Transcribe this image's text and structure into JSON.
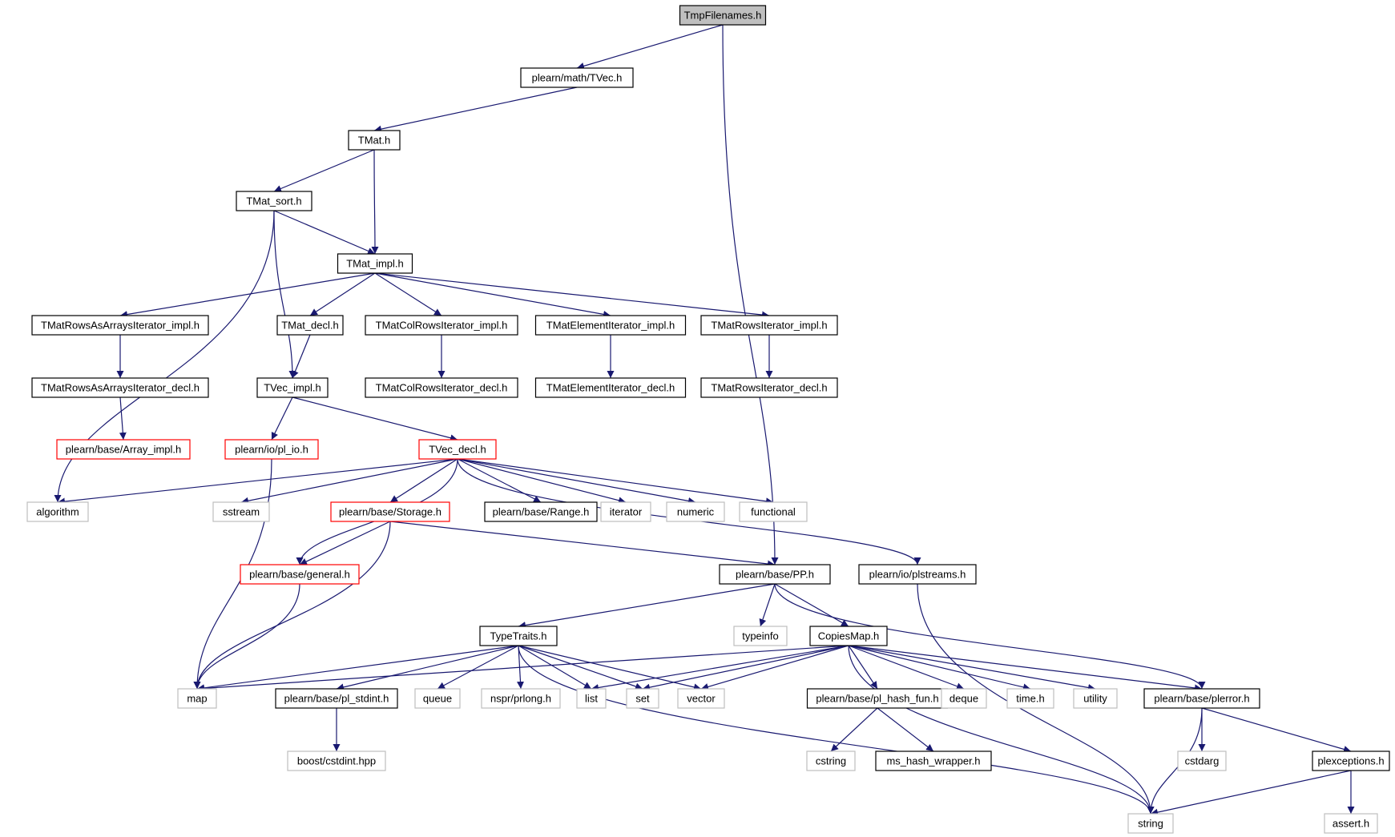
{
  "diagram": {
    "nodes": [
      {
        "id": "root",
        "label": "TmpFilenames.h",
        "style": "root"
      },
      {
        "id": "tvec",
        "label": "plearn/math/TVec.h",
        "style": "normal"
      },
      {
        "id": "tmat",
        "label": "TMat.h",
        "style": "normal"
      },
      {
        "id": "tmatsort",
        "label": "TMat_sort.h",
        "style": "normal"
      },
      {
        "id": "tmatimpl",
        "label": "TMat_impl.h",
        "style": "normal"
      },
      {
        "id": "rowsarrimpl",
        "label": "TMatRowsAsArraysIterator_impl.h",
        "style": "normal"
      },
      {
        "id": "tmatdecl",
        "label": "TMat_decl.h",
        "style": "normal"
      },
      {
        "id": "colrowsimpl",
        "label": "TMatColRowsIterator_impl.h",
        "style": "normal"
      },
      {
        "id": "elemimpl",
        "label": "TMatElementIterator_impl.h",
        "style": "normal"
      },
      {
        "id": "rowsimpl",
        "label": "TMatRowsIterator_impl.h",
        "style": "normal"
      },
      {
        "id": "rowsarrdecl",
        "label": "TMatRowsAsArraysIterator_decl.h",
        "style": "normal"
      },
      {
        "id": "tvecimpl",
        "label": "TVec_impl.h",
        "style": "normal"
      },
      {
        "id": "colrowsdecl",
        "label": "TMatColRowsIterator_decl.h",
        "style": "normal"
      },
      {
        "id": "elemdecl",
        "label": "TMatElementIterator_decl.h",
        "style": "normal"
      },
      {
        "id": "rowsdecl",
        "label": "TMatRowsIterator_decl.h",
        "style": "normal"
      },
      {
        "id": "arrayimpl",
        "label": "plearn/base/Array_impl.h",
        "style": "red"
      },
      {
        "id": "plio",
        "label": "plearn/io/pl_io.h",
        "style": "red"
      },
      {
        "id": "tvecdecl",
        "label": "TVec_decl.h",
        "style": "red"
      },
      {
        "id": "algorithm",
        "label": "algorithm",
        "style": "gray"
      },
      {
        "id": "sstream",
        "label": "sstream",
        "style": "gray"
      },
      {
        "id": "storage",
        "label": "plearn/base/Storage.h",
        "style": "red"
      },
      {
        "id": "range",
        "label": "plearn/base/Range.h",
        "style": "normal"
      },
      {
        "id": "iterator",
        "label": "iterator",
        "style": "gray"
      },
      {
        "id": "numeric",
        "label": "numeric",
        "style": "gray"
      },
      {
        "id": "functional",
        "label": "functional",
        "style": "gray"
      },
      {
        "id": "general",
        "label": "plearn/base/general.h",
        "style": "red"
      },
      {
        "id": "pp",
        "label": "plearn/base/PP.h",
        "style": "normal"
      },
      {
        "id": "plstreams",
        "label": "plearn/io/plstreams.h",
        "style": "normal"
      },
      {
        "id": "typetraits",
        "label": "TypeTraits.h",
        "style": "normal"
      },
      {
        "id": "typeinfo",
        "label": "typeinfo",
        "style": "gray"
      },
      {
        "id": "copiesmap",
        "label": "CopiesMap.h",
        "style": "normal"
      },
      {
        "id": "map",
        "label": "map",
        "style": "gray"
      },
      {
        "id": "plstdint",
        "label": "plearn/base/pl_stdint.h",
        "style": "normal"
      },
      {
        "id": "queue",
        "label": "queue",
        "style": "gray"
      },
      {
        "id": "prlong",
        "label": "nspr/prlong.h",
        "style": "gray"
      },
      {
        "id": "list",
        "label": "list",
        "style": "gray"
      },
      {
        "id": "set",
        "label": "set",
        "style": "gray"
      },
      {
        "id": "vector",
        "label": "vector",
        "style": "gray"
      },
      {
        "id": "plhashfun",
        "label": "plearn/base/pl_hash_fun.h",
        "style": "normal"
      },
      {
        "id": "deque",
        "label": "deque",
        "style": "gray"
      },
      {
        "id": "timeh",
        "label": "time.h",
        "style": "gray"
      },
      {
        "id": "utility",
        "label": "utility",
        "style": "gray"
      },
      {
        "id": "plerror",
        "label": "plearn/base/plerror.h",
        "style": "normal"
      },
      {
        "id": "cstdint",
        "label": "boost/cstdint.hpp",
        "style": "gray"
      },
      {
        "id": "cstring",
        "label": "cstring",
        "style": "gray"
      },
      {
        "id": "mshash",
        "label": "ms_hash_wrapper.h",
        "style": "normal"
      },
      {
        "id": "cstdarg",
        "label": "cstdarg",
        "style": "gray"
      },
      {
        "id": "plexceptions",
        "label": "plexceptions.h",
        "style": "normal"
      },
      {
        "id": "string",
        "label": "string",
        "style": "gray"
      },
      {
        "id": "asserth",
        "label": "assert.h",
        "style": "gray"
      }
    ],
    "edges": [
      [
        "root",
        "tvec"
      ],
      [
        "root",
        "pp"
      ],
      [
        "tvec",
        "tmat"
      ],
      [
        "tmat",
        "tmatsort"
      ],
      [
        "tmat",
        "tmatimpl"
      ],
      [
        "tmatsort",
        "tmatimpl"
      ],
      [
        "tmatsort",
        "tvecimpl"
      ],
      [
        "tmatsort",
        "algorithm"
      ],
      [
        "tmatimpl",
        "rowsarrimpl"
      ],
      [
        "tmatimpl",
        "tmatdecl"
      ],
      [
        "tmatimpl",
        "colrowsimpl"
      ],
      [
        "tmatimpl",
        "elemimpl"
      ],
      [
        "tmatimpl",
        "rowsimpl"
      ],
      [
        "rowsarrimpl",
        "rowsarrdecl"
      ],
      [
        "tmatdecl",
        "tvecimpl"
      ],
      [
        "colrowsimpl",
        "colrowsdecl"
      ],
      [
        "elemimpl",
        "elemdecl"
      ],
      [
        "rowsimpl",
        "rowsdecl"
      ],
      [
        "rowsarrdecl",
        "arrayimpl"
      ],
      [
        "tvecimpl",
        "plio"
      ],
      [
        "tvecimpl",
        "tvecdecl"
      ],
      [
        "plio",
        "map"
      ],
      [
        "tvecdecl",
        "algorithm"
      ],
      [
        "tvecdecl",
        "sstream"
      ],
      [
        "tvecdecl",
        "storage"
      ],
      [
        "tvecdecl",
        "range"
      ],
      [
        "tvecdecl",
        "iterator"
      ],
      [
        "tvecdecl",
        "numeric"
      ],
      [
        "tvecdecl",
        "functional"
      ],
      [
        "tvecdecl",
        "general"
      ],
      [
        "tvecdecl",
        "plstreams"
      ],
      [
        "storage",
        "general"
      ],
      [
        "storage",
        "pp"
      ],
      [
        "storage",
        "map"
      ],
      [
        "general",
        "map"
      ],
      [
        "pp",
        "typetraits"
      ],
      [
        "pp",
        "typeinfo"
      ],
      [
        "pp",
        "copiesmap"
      ],
      [
        "pp",
        "plerror"
      ],
      [
        "plstreams",
        "string"
      ],
      [
        "typetraits",
        "map"
      ],
      [
        "typetraits",
        "plstdint"
      ],
      [
        "typetraits",
        "queue"
      ],
      [
        "typetraits",
        "prlong"
      ],
      [
        "typetraits",
        "list"
      ],
      [
        "typetraits",
        "set"
      ],
      [
        "typetraits",
        "vector"
      ],
      [
        "typetraits",
        "string"
      ],
      [
        "copiesmap",
        "map"
      ],
      [
        "copiesmap",
        "list"
      ],
      [
        "copiesmap",
        "set"
      ],
      [
        "copiesmap",
        "vector"
      ],
      [
        "copiesmap",
        "plhashfun"
      ],
      [
        "copiesmap",
        "deque"
      ],
      [
        "copiesmap",
        "timeh"
      ],
      [
        "copiesmap",
        "utility"
      ],
      [
        "copiesmap",
        "plerror"
      ],
      [
        "copiesmap",
        "string"
      ],
      [
        "plstdint",
        "cstdint"
      ],
      [
        "plhashfun",
        "cstring"
      ],
      [
        "plhashfun",
        "mshash"
      ],
      [
        "plerror",
        "cstdarg"
      ],
      [
        "plerror",
        "plexceptions"
      ],
      [
        "plerror",
        "string"
      ],
      [
        "plexceptions",
        "string"
      ],
      [
        "plexceptions",
        "asserth"
      ]
    ],
    "colors": {
      "edge": "#191970",
      "border_normal": "#000000",
      "border_red": "#ff0000",
      "border_gray": "#bfbfbf",
      "root_fill": "#bfbfbf",
      "fill": "#ffffff",
      "text": "#000000"
    }
  }
}
